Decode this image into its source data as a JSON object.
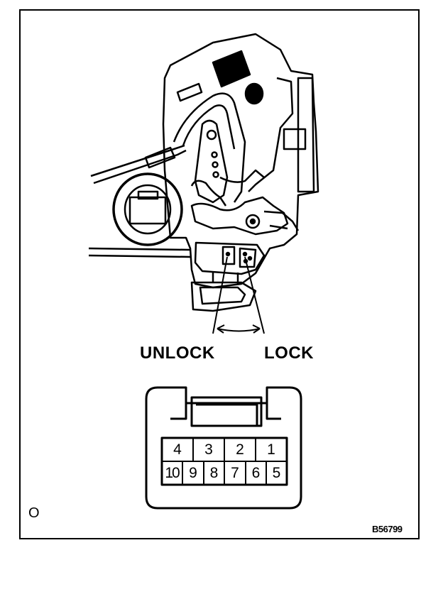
{
  "labels": {
    "unlock": "UNLOCK",
    "lock": "LOCK"
  },
  "connector": {
    "top_row": [
      "4",
      "3",
      "2",
      "1"
    ],
    "bottom_row": [
      "10",
      "9",
      "8",
      "7",
      "6",
      "5"
    ]
  },
  "corner_mark": "O",
  "figure_code": "B56799"
}
